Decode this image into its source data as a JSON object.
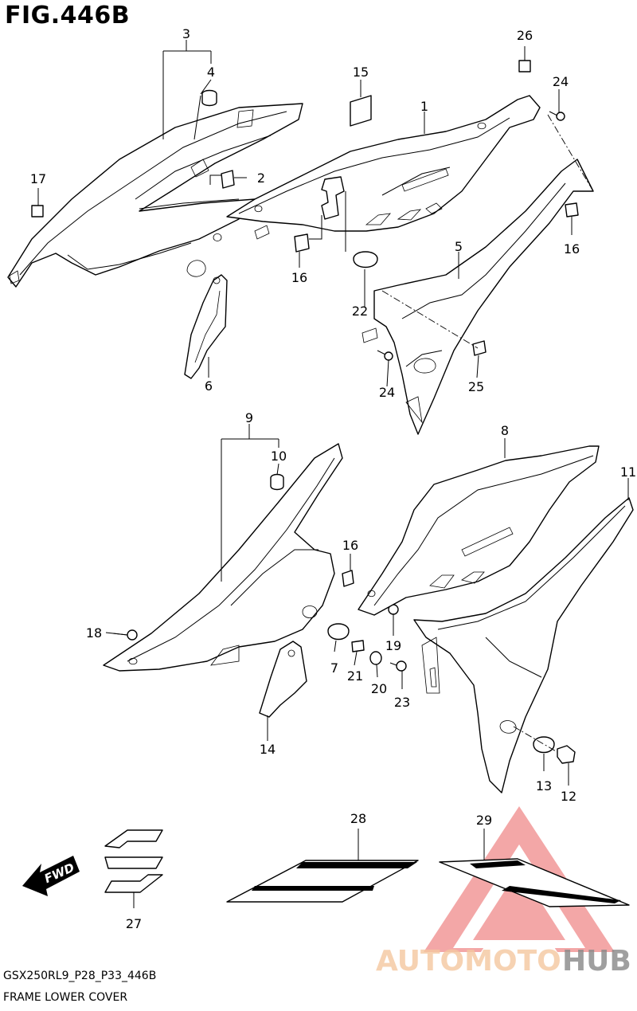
{
  "figure": {
    "title": "FIG.446B",
    "model_code": "GSX250RL9_P28_P33_446B",
    "section_name": "FRAME LOWER COVER"
  },
  "callouts": {
    "c1": "1",
    "c2": "2",
    "c3": "3",
    "c4": "4",
    "c5": "5",
    "c6": "6",
    "c7": "7",
    "c8": "8",
    "c9": "9",
    "c10": "10",
    "c11": "11",
    "c12": "12",
    "c13": "13",
    "c14": "14",
    "c15": "15",
    "c16a": "16",
    "c16b": "16",
    "c16c": "16",
    "c17": "17",
    "c18": "18",
    "c19": "19",
    "c20": "20",
    "c21": "21",
    "c22": "22",
    "c23": "23",
    "c24a": "24",
    "c24b": "24",
    "c25": "25",
    "c26": "26",
    "c27": "27",
    "c28": "28",
    "c29": "29"
  },
  "fwd_label": "FWD",
  "watermark": {
    "part1": "AUTOMOTO",
    "part2": "HUB",
    "color_primary": "#f08a8a",
    "color_secondary": "#f5c7a0",
    "color_dark": "#666666"
  }
}
